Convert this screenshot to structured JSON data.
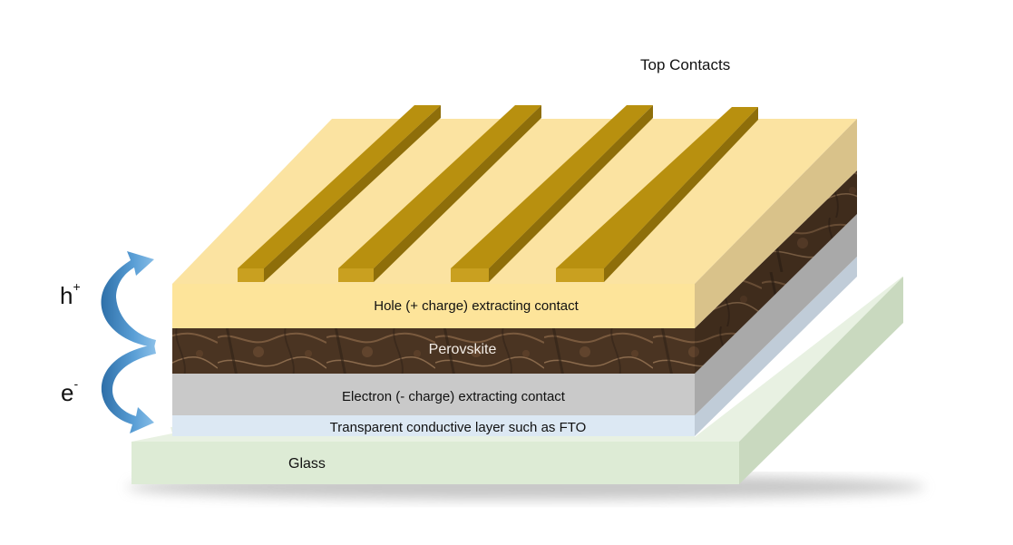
{
  "labels": {
    "top_contacts": "Top Contacts",
    "hole_layer": "Hole (+ charge) extracting contact",
    "perovskite": "Perovskite",
    "electron_layer": "Electron (- charge) extracting contact",
    "tco_layer": "Transparent conductive layer such as FTO",
    "glass": "Glass"
  },
  "carriers": {
    "hole": {
      "base": "h",
      "sup": "+"
    },
    "electron": {
      "base": "e",
      "sup": "-"
    }
  },
  "colors": {
    "hole_layer": "#fde49a",
    "perovskite": "#4a3422",
    "electron_layer": "#c9c9c9",
    "tco_layer": "#dce8f3",
    "glass": "#ddebd5",
    "contacts": "#b8900f",
    "arrows": "#4a90c8"
  }
}
